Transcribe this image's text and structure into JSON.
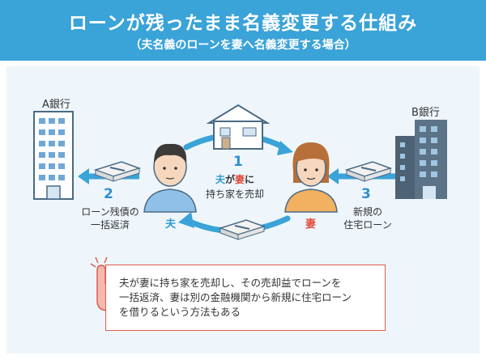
{
  "header": {
    "title": "ローンが残ったまま名義変更する仕組み",
    "subtitle": "（夫名義のローンを妻へ名義変更する場合）"
  },
  "colors": {
    "header_bg": "#3aa3d8",
    "panel_bg": "#eef6fb",
    "arrow": "#3aa3d8",
    "husband": "#2f9ad6",
    "wife": "#e04a3a",
    "note_border": "#e05a4e"
  },
  "banks": {
    "a_label": "A銀行",
    "b_label": "B銀行"
  },
  "people": {
    "husband": "夫",
    "wife": "妻"
  },
  "steps": {
    "step1": {
      "number": "1",
      "husband": "夫",
      "ga": "が",
      "wife": "妻",
      "ni": "に",
      "line2": "持ち家を売却"
    },
    "step2": {
      "number": "2",
      "line1": "ローン残債の",
      "line2": "一括返済"
    },
    "step3": {
      "number": "3",
      "line1": "新規の",
      "line2": "住宅ローン"
    }
  },
  "note": {
    "icon": "pointing-finger-icon",
    "lines": [
      "夫が妻に持ち家を売却し、その売却益でローンを",
      "一括返済、妻は別の金融機関から新規に住宅ローン",
      "を借りるという方法もある"
    ]
  }
}
